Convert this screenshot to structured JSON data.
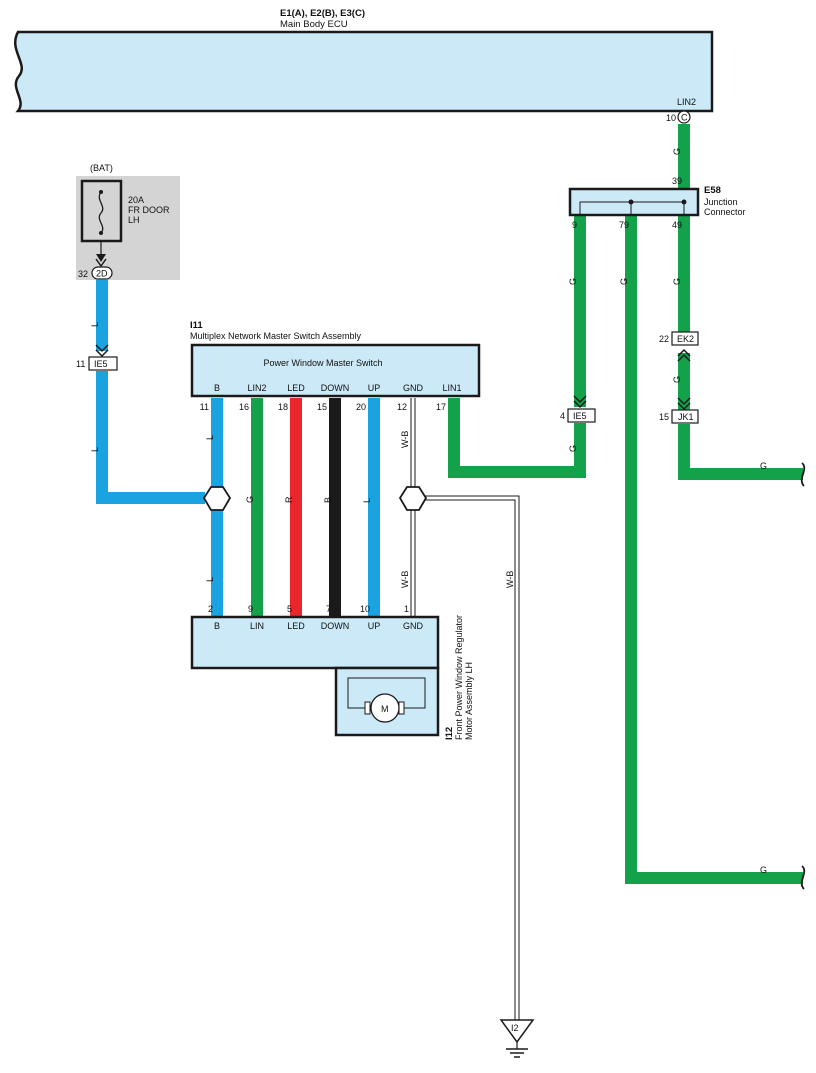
{
  "colors": {
    "blue": "#1aa3e0",
    "green": "#13a24a",
    "red": "#e8262c",
    "black": "#1a1a1a",
    "box_fill": "#cce9f7",
    "fuse_bg": "#d4d4d4"
  },
  "ecu": {
    "code": "E1(A), E2(B), E3(C)",
    "name": "Main Body ECU",
    "terminal_label": "LIN2",
    "pin": "10",
    "conn_letter": "C"
  },
  "fuse": {
    "supply": "(BAT)",
    "rating": "20A",
    "name_line1": "FR DOOR",
    "name_line2": "LH",
    "pin": "32",
    "conn": "2D"
  },
  "junction": {
    "code": "E58",
    "name_line1": "Junction",
    "name_line2": "Connector",
    "pin_top": "39",
    "pin_left": "9",
    "pin_mid": "79",
    "pin_right": "49"
  },
  "connectors": {
    "ie5_left_pin": "11",
    "ie5_left_label": "IE5",
    "ie5_right_pin": "4",
    "ie5_right_label": "IE5",
    "ek2_pin": "22",
    "ek2_label": "EK2",
    "jk1_pin": "15",
    "jk1_label": "JK1"
  },
  "master": {
    "code": "I11",
    "name": "Multiplex Network Master Switch Assembly",
    "title": "Power Window Master Switch",
    "terminals": [
      {
        "label": "B",
        "pin": "11"
      },
      {
        "label": "LIN2",
        "pin": "16"
      },
      {
        "label": "LED",
        "pin": "18"
      },
      {
        "label": "DOWN",
        "pin": "15"
      },
      {
        "label": "UP",
        "pin": "20"
      },
      {
        "label": "GND",
        "pin": "12"
      },
      {
        "label": "LIN1",
        "pin": "17"
      }
    ]
  },
  "regulator": {
    "code": "I12",
    "name_line1": "Front Power Window Regulator",
    "name_line2": "Motor Assembly LH",
    "motor": "M",
    "terminals": [
      {
        "label": "B",
        "pin": "2"
      },
      {
        "label": "LIN",
        "pin": "9"
      },
      {
        "label": "LED",
        "pin": "5"
      },
      {
        "label": "DOWN",
        "pin": "7"
      },
      {
        "label": "UP",
        "pin": "10"
      },
      {
        "label": "GND",
        "pin": "1"
      }
    ]
  },
  "wire_labels": {
    "g": "G",
    "l": "L",
    "r": "R",
    "b": "B",
    "wb": "W-B"
  },
  "ground": {
    "label": "I2"
  }
}
